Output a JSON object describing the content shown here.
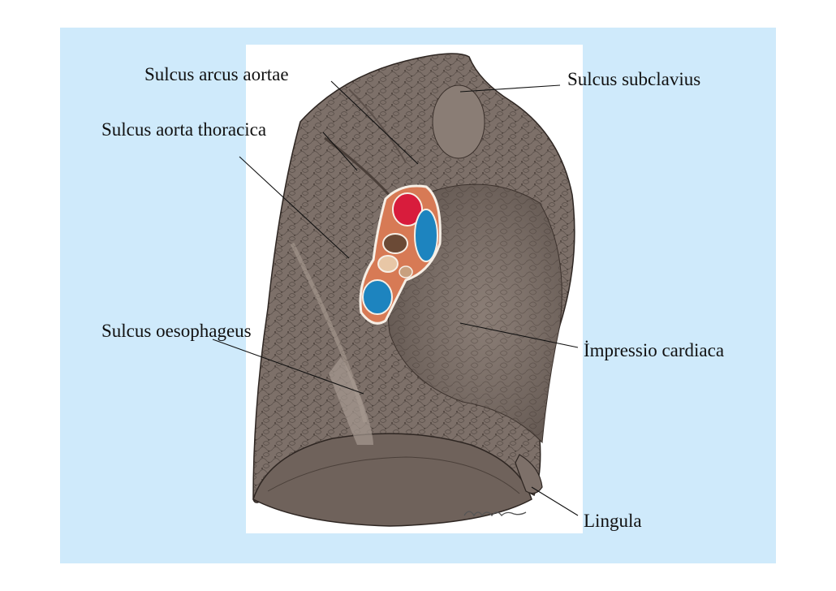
{
  "labels": {
    "sulcus_arcus_aortae": "Sulcus arcus aortae",
    "sulcus_subclavius": "Sulcus subclavius",
    "sulcus_aorta_thoracica": "Sulcus aorta thoracica",
    "sulcus_oesophageus": "Sulcus oesophageus",
    "impressio_cardiaca": "İmpressio cardiaca",
    "lingula": "Lingula"
  },
  "colors": {
    "slide_background": "#cfeafb",
    "lung_tissue": "#7d7069",
    "lung_tissue_light": "#9a8c83",
    "artery": "#d81c3c",
    "vein": "#1d84bf",
    "bronchus": "#6b4a36",
    "hilum_tissue": "#d77a55"
  },
  "icons": {
    "signature": "artist-signature-icon"
  }
}
